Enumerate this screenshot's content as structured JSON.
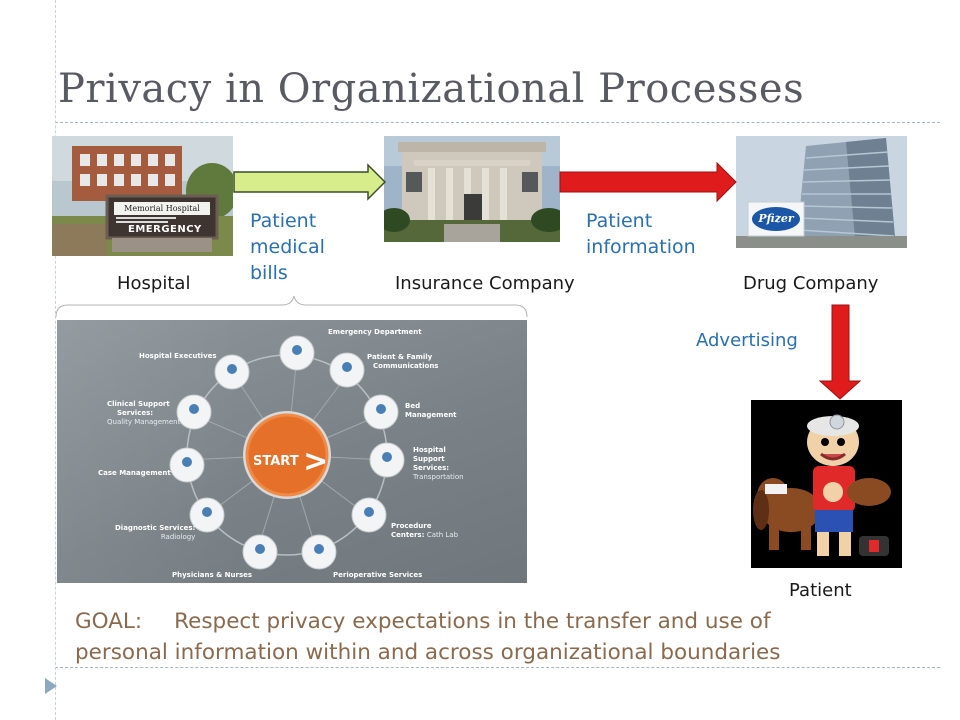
{
  "slide": {
    "title": "Privacy in Organizational Processes"
  },
  "entities": {
    "hospital": "Hospital",
    "insurance": "Insurance Company",
    "drug": "Drug Company",
    "patient": "Patient"
  },
  "flows": {
    "hospital_to_insurance": [
      "Patient",
      "medical",
      "bills"
    ],
    "insurance_to_drug": [
      "Patient",
      "information"
    ],
    "drug_to_patient": "Advertising"
  },
  "photo_signs": {
    "hospital_sign_name": "Memorial Hospital",
    "hospital_sign_emergency": "EMERGENCY",
    "drug_logo": "Pfizer"
  },
  "wheel": {
    "start_label": "START",
    "start_arrow": ">",
    "nodes": [
      {
        "title": "Emergency Department",
        "sub": ""
      },
      {
        "title": "Patient & Family",
        "title2": "Communications",
        "sub": ""
      },
      {
        "title": "Bed",
        "title2": "Management",
        "sub": ""
      },
      {
        "title": "Hospital",
        "title2": "Support",
        "title3": "Services:",
        "sub": "Transportation"
      },
      {
        "title": "Procedure",
        "title2": "Centers:",
        "sub": "Cath Lab"
      },
      {
        "title": "Perioperative Services",
        "sub": ""
      },
      {
        "title": "Physicians & Nurses",
        "sub": ""
      },
      {
        "title": "Diagnostic Services:",
        "sub": "Radiology"
      },
      {
        "title": "Case Management",
        "sub": ""
      },
      {
        "title": "Clinical Support",
        "title2": "Services:",
        "sub": "Quality Management"
      },
      {
        "title": "Hospital Executives",
        "sub": ""
      }
    ]
  },
  "goal": {
    "label": "GOAL:",
    "line1": "Respect privacy expectations in the transfer and use of",
    "line2": "personal information within and across organizational boundaries"
  },
  "colors": {
    "title": "#5a5a63",
    "flow_text": "#2a6fb0",
    "goal_text": "#8a6a4e",
    "green_arrow": "#d7ec8a",
    "red_arrow": "#e01b1b",
    "start_orange": "#e5702a"
  }
}
